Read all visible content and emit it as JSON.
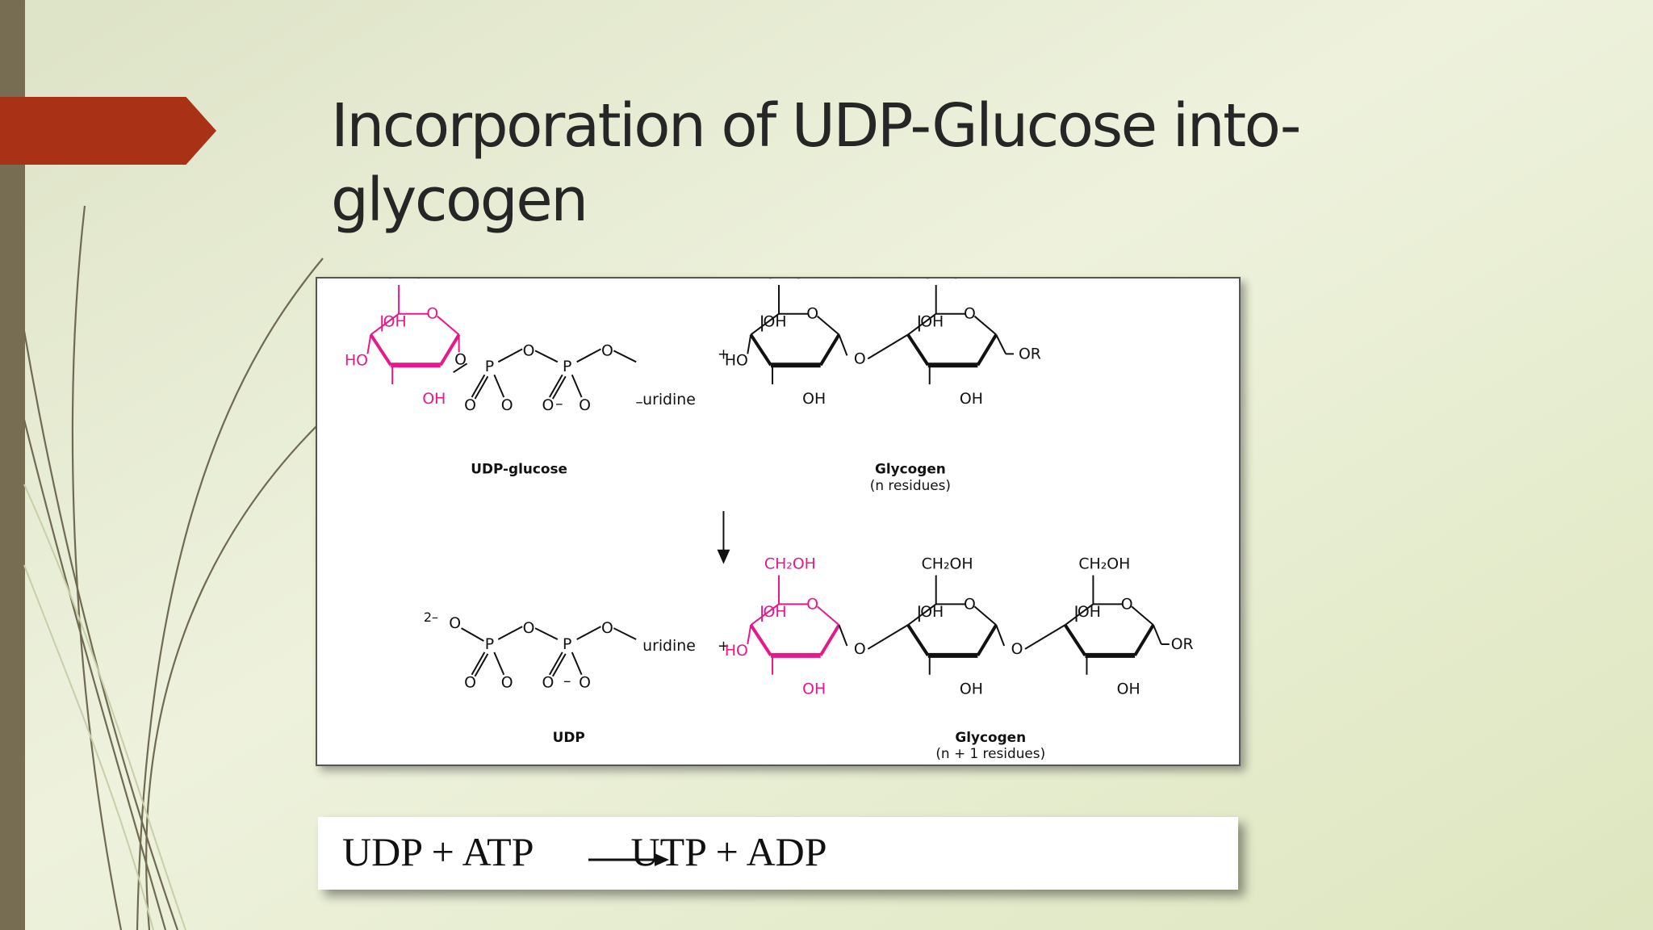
{
  "slide": {
    "title": "Incorporation of UDP-Glucose into-glycogen"
  },
  "figure": {
    "ring_labels": {
      "ch2oh": "CH₂OH",
      "oh": "OH",
      "ho": "HO",
      "o": "O",
      "or": "OR"
    },
    "phosphate": {
      "p": "P",
      "o": "O",
      "minus": "–",
      "charge": "2–",
      "uridine": "uridine"
    },
    "plus": "+",
    "udp_glucose_label": "UDP-glucose",
    "glycogen_label": "Glycogen",
    "glycogen_n_residues": "(n residues)",
    "udp_label": "UDP",
    "glycogen_n1_residues": "(n + 1 residues)",
    "highlight_color": "#e8178a"
  },
  "equation": {
    "left": "UDP + ATP",
    "right": "UTP + ADP"
  }
}
